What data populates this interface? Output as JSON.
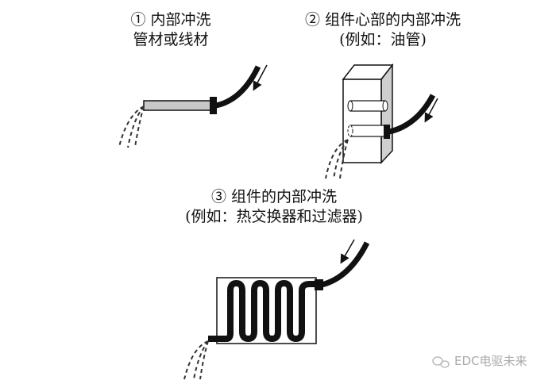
{
  "panels": [
    {
      "title": "① 内部冲洗",
      "subtitle": "管材或线材"
    },
    {
      "title": "② 组件心部的内部冲洗",
      "subtitle": "(例如：油管)"
    },
    {
      "title": "③ 组件的内部冲洗",
      "subtitle": "(例如：热交换器和过滤器)"
    }
  ],
  "watermark": "EDC电驱未来",
  "colors": {
    "ink": "#111111",
    "tube": "#c8c8c8",
    "side": "#cfcfcf"
  }
}
